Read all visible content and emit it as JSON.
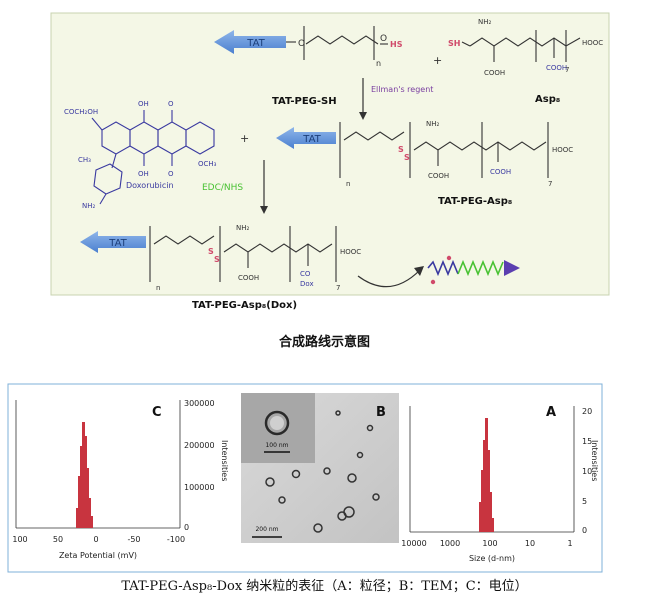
{
  "scheme": {
    "tat": "TAT",
    "hs": "HS",
    "sh": "SH",
    "nh2": "NH₂",
    "n": "n",
    "cooh": "COOH",
    "hooc": "HOOC",
    "co": "CO",
    "dox": "Dox",
    "plus": "+",
    "seven": "7",
    "tat_peg_sh": "TAT-PEG-SH",
    "asp8": "Asp₈",
    "ellman": "Ellman's regent",
    "edc": "EDC/NHS",
    "tat_peg_asp8": "TAT-PEG-Asp₈",
    "tat_peg_asp8_dox": "TAT-PEG-Asp₈(Dox)",
    "doxorubicin": "Doxorubicin",
    "och3": "OCH₃",
    "oh": "OH",
    "o": "O",
    "cooch2oh": "COCH₂OH",
    "ch3": "CH₃"
  },
  "captions": {
    "top": "合成路线示意图",
    "bottom": "TAT-PEG-Asp₈-Dox 纳米粒的表征（A：粒径；B：TEM；C：电位）"
  },
  "panels": {
    "a": {
      "letter": "A",
      "y_label": "Intensities",
      "x_label": "Size (d-nm)",
      "y_ticks": [
        "0",
        "5",
        "10",
        "15",
        "20"
      ],
      "x_ticks": [
        "1",
        "10",
        "100",
        "1000",
        "10000"
      ]
    },
    "b": {
      "letter": "B",
      "scale_inset": "100 nm",
      "scale_main": "200 nm"
    },
    "c": {
      "letter": "C",
      "y_label": "Intensities",
      "x_label": "Zeta Potential (mV)",
      "y_ticks": [
        "0",
        "100000",
        "200000",
        "300000"
      ],
      "x_ticks": [
        "-100",
        "-50",
        "0",
        "50",
        "100"
      ]
    }
  },
  "colors": {
    "tat_arrow": "#5b8fd8",
    "disulfide": "#d04a6a",
    "ellman": "#7a3fa0",
    "edc": "#49c233",
    "dox_blue": "#3a3aa0",
    "histogram": "#c8343f",
    "scheme_bg": "#f4f7e6",
    "frame": "#7fb0d8"
  }
}
